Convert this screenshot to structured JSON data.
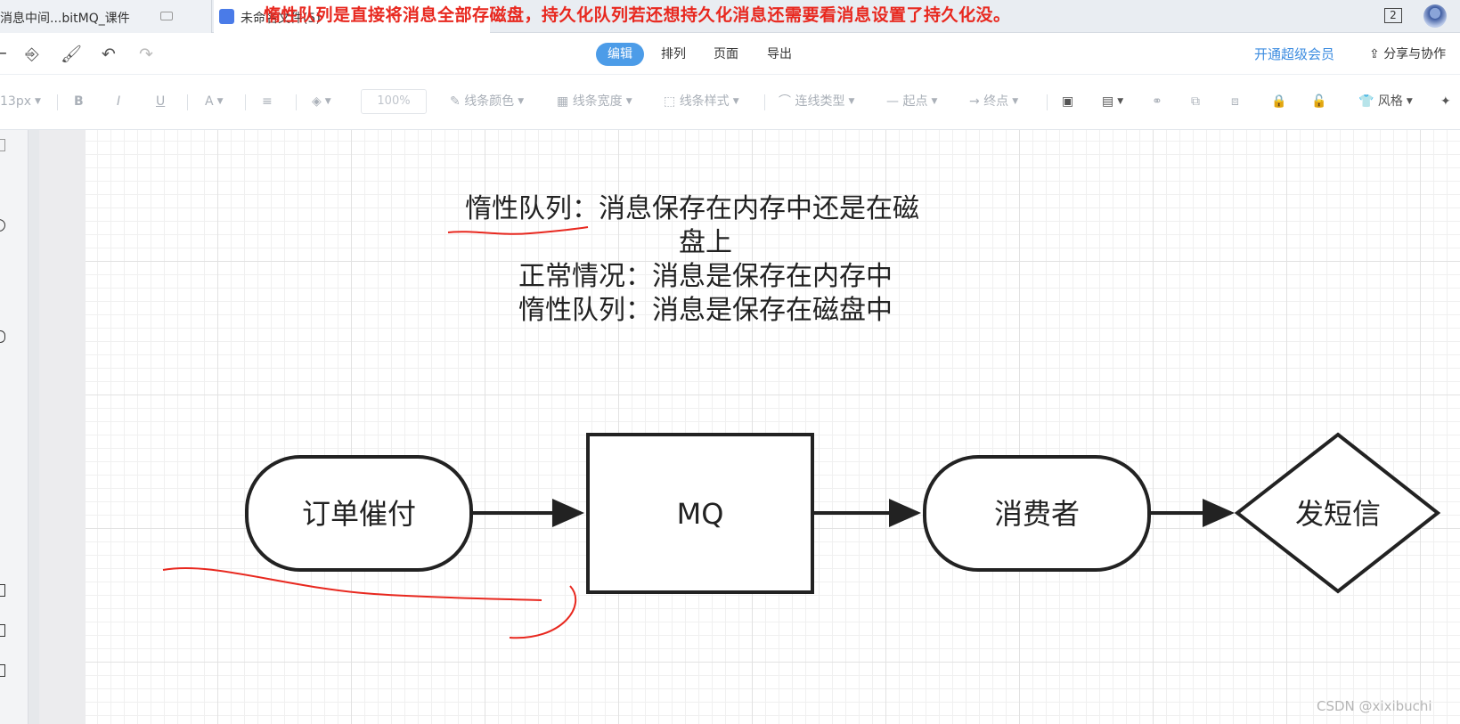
{
  "tabs": [
    {
      "label": "消息中间...bitMQ_课件"
    },
    {
      "label": "未命名文件(5)"
    }
  ],
  "banner_note": "惰性队列是直接将消息全部存磁盘，持久化队列若还想持久化消息还需要看消息设置了持久化没。",
  "tab_count": "2",
  "menu": {
    "items": [
      "编辑",
      "排列",
      "页面",
      "导出"
    ],
    "active": "编辑"
  },
  "vip_label": "开通超级会员",
  "share_label": "分享与协作",
  "toolbar": {
    "font_size": "13px",
    "bold": "B",
    "italic": "I",
    "underline": "U",
    "font_color": "A",
    "zoom": "100%",
    "line_color": "线条颜色",
    "line_width": "线条宽度",
    "line_style": "线条样式",
    "connector_type": "连线类型",
    "start_point": "起点",
    "end_point": "终点",
    "style": "风格"
  },
  "note": {
    "line1": "惰性队列：消息保存在内存中还是在磁",
    "line2": "盘上",
    "line3": "正常情况：消息是保存在内存中",
    "line4": "惰性队列：消息是保存在磁盘中"
  },
  "flow": {
    "node_order": "订单催付",
    "node_mq": "MQ",
    "node_consumer": "消费者",
    "node_sms": "发短信"
  },
  "watermark": "CSDN @xixibuchi",
  "colors": {
    "annotation": "#e8281f",
    "accent": "#4c9ce8",
    "vip": "#3c8ce0"
  }
}
